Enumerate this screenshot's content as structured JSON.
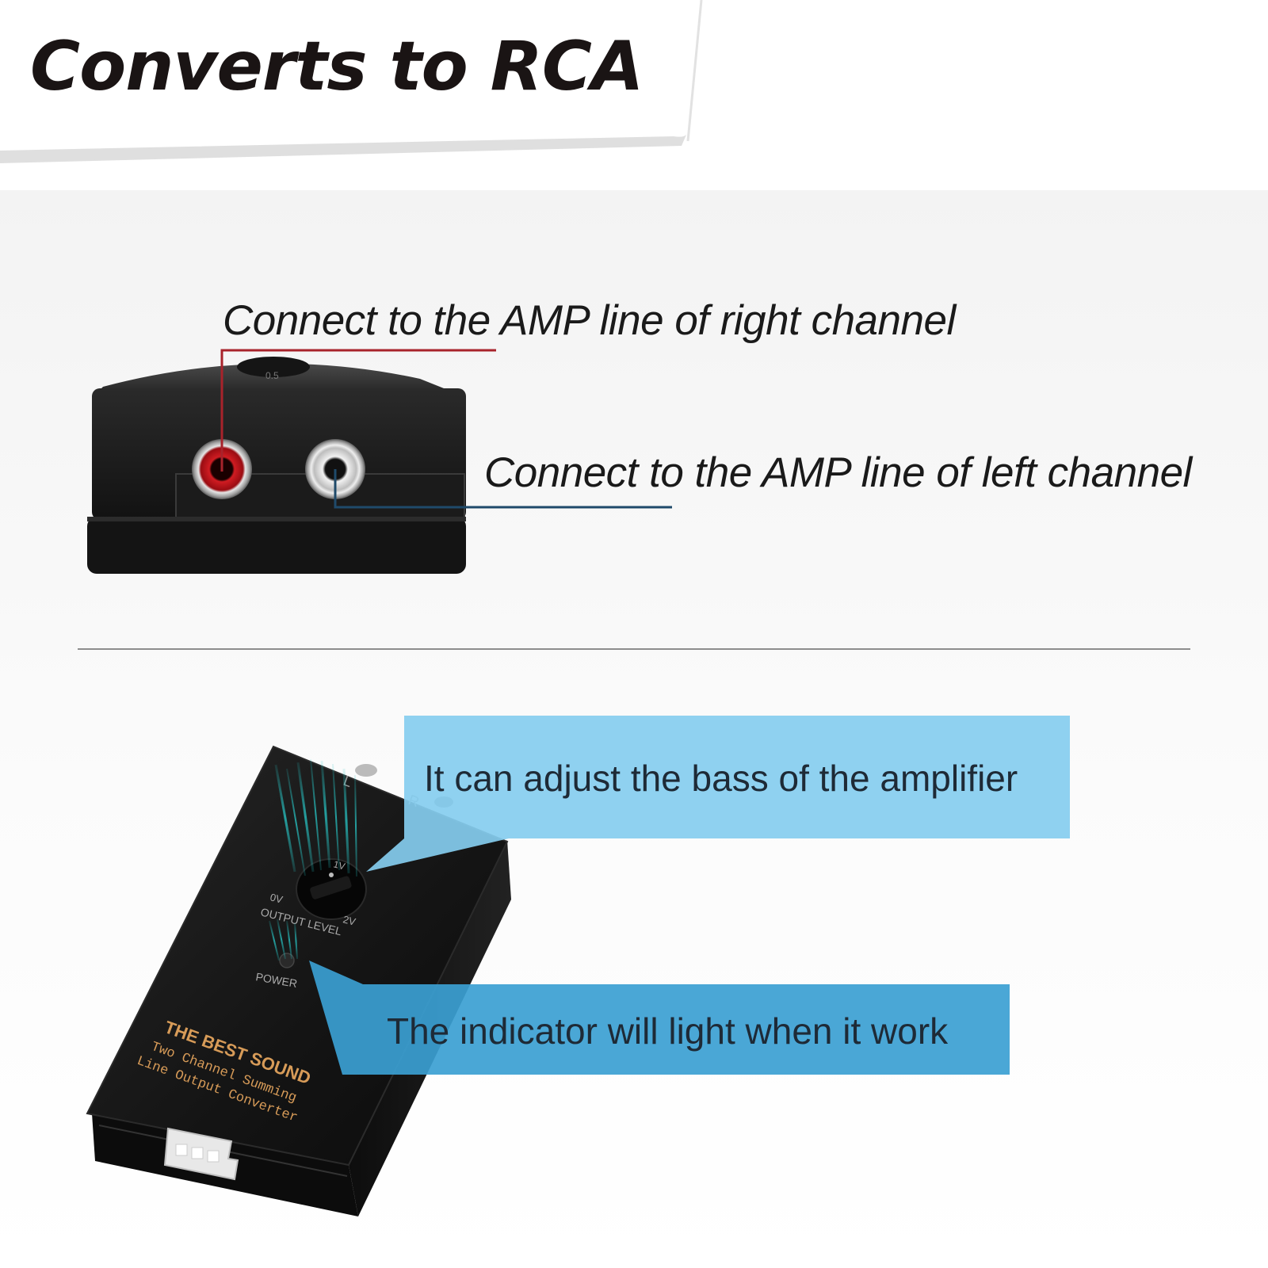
{
  "header": {
    "title": "Converts to RCA"
  },
  "top_panel": {
    "right_channel_callout": "Connect to the AMP line of right channel",
    "left_channel_callout": "Connect to the AMP line of left channel",
    "right_channel_color": "#c8141c",
    "left_channel_color": "#dcdcdc",
    "knob_mark": "0.5"
  },
  "bottom_panel": {
    "bass_callout": "It can adjust the bass of the amplifier",
    "indicator_callout": "The indicator will light when it work",
    "bass_callout_color": "#86cdef",
    "indicator_callout_color": "#3b9fd3",
    "device_labels": {
      "left": "L",
      "right": "R",
      "level_min": "0V",
      "level_mid": "1V",
      "level_max": "2V",
      "output_level": "OUTPUT LEVEL",
      "power": "POWER",
      "brand": "THE BEST SOUND",
      "subtitle_1": "Two Channel Summing",
      "subtitle_2": "Line Output Converter"
    }
  }
}
